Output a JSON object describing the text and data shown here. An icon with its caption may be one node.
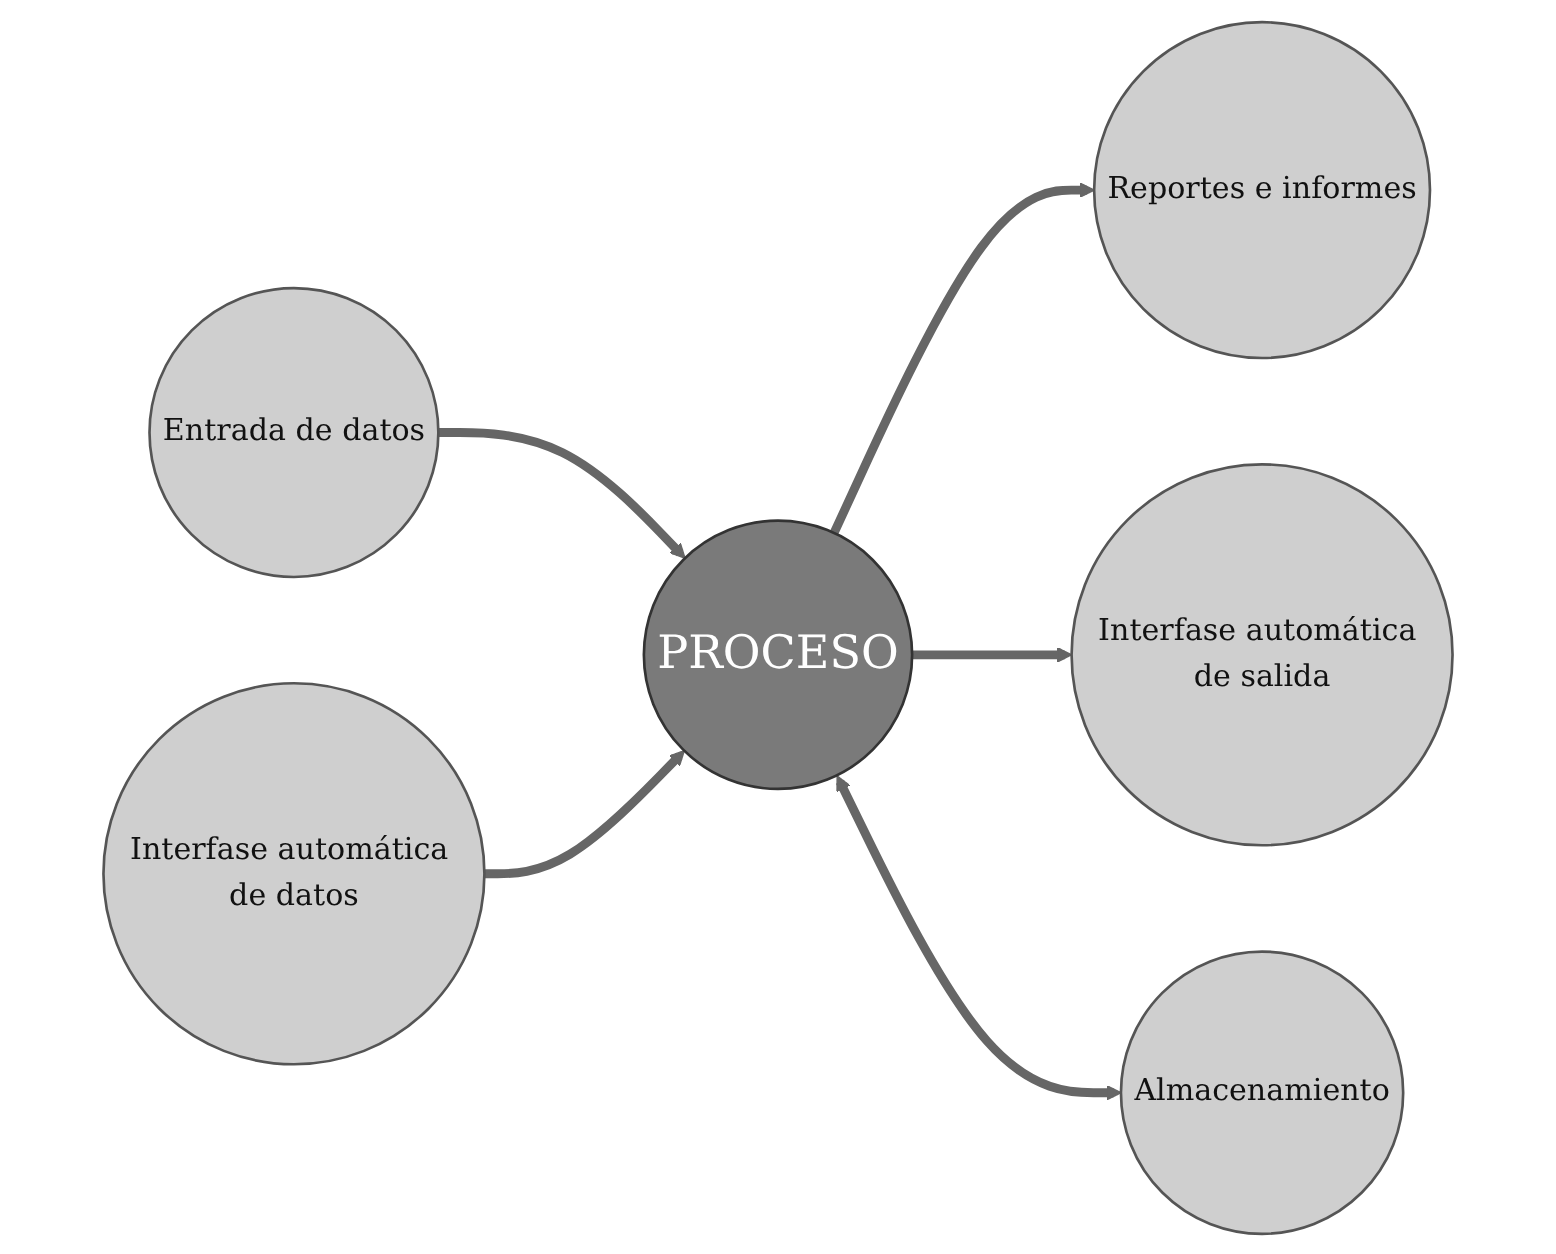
{
  "diagram": {
    "nodes": [
      {
        "text": [
          "Entrada de datos"
        ]
      },
      {
        "text": [
          "Reportes e informes"
        ]
      },
      {
        "text": [
          "PROCESO"
        ]
      },
      {
        "text": [
          "Interfase automática de datos"
        ]
      },
      {
        "text": [
          "Interfase automática de salida"
        ]
      },
      {
        "text": [
          "Almacenamiento"
        ]
      }
    ],
    "edges": [
      {
        "from": 0,
        "to": 2,
        "arrow": "to"
      },
      {
        "from": 3,
        "to": 2,
        "arrow": "to"
      },
      {
        "from": 2,
        "to": 1,
        "arrow": "to"
      },
      {
        "from": 2,
        "to": 4,
        "arrow": "to"
      },
      {
        "from": 2,
        "to": 5,
        "arrow": "both"
      }
    ]
  }
}
